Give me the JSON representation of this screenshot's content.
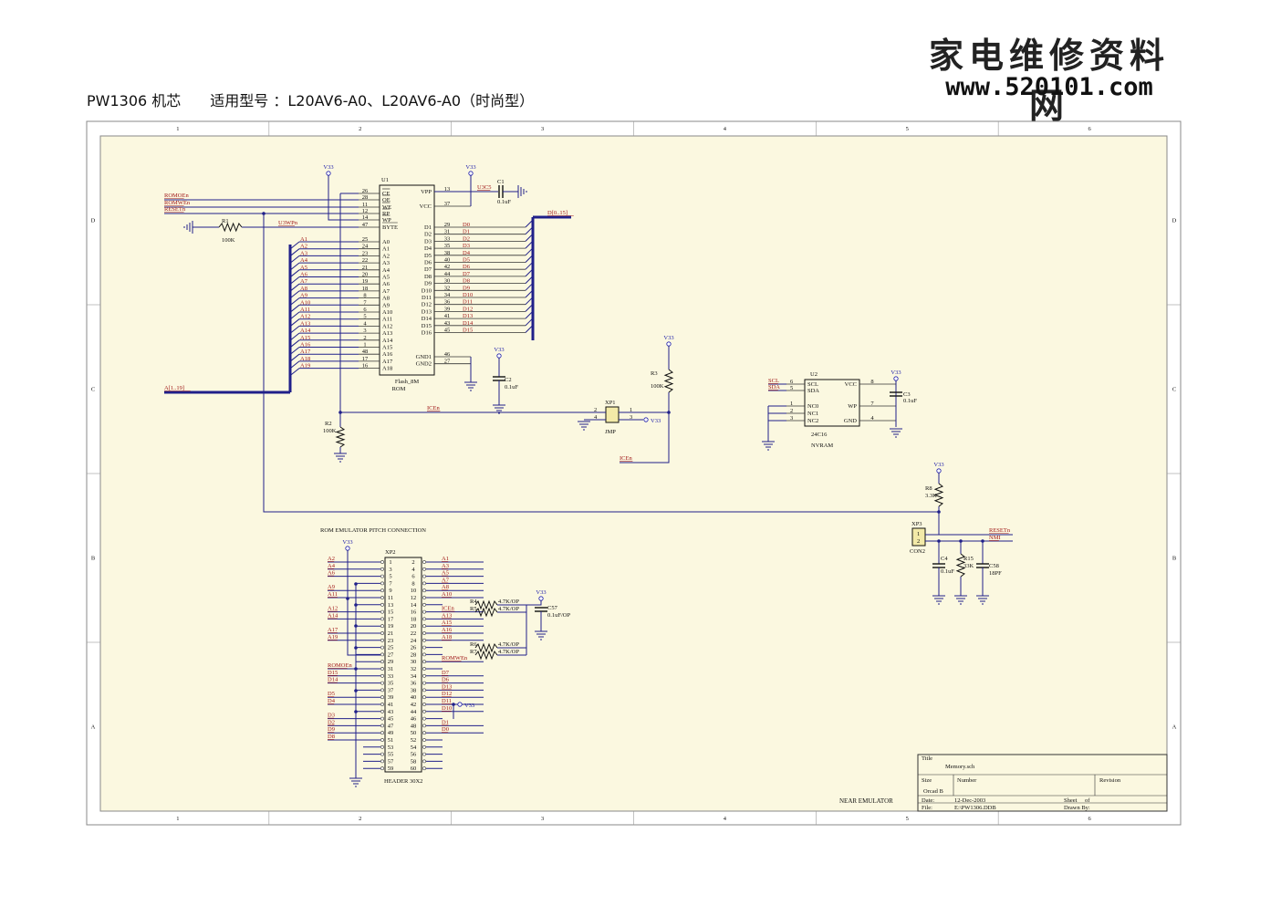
{
  "header": {
    "title": "PW1306 机芯　　适用型号 ：L20AV6-A0、L20AV6-A0（时尚型）",
    "logo_cn": "家电维修资料网",
    "logo_url": "www.520101.com"
  },
  "frame": {
    "columns": [
      "1",
      "2",
      "3",
      "4",
      "5",
      "6"
    ],
    "rows": [
      "D",
      "C",
      "B",
      "A"
    ]
  },
  "u1": {
    "ref": "U1",
    "part": "Flash_8M",
    "name": "ROM",
    "ctrl_pins": [
      {
        "num": "26",
        "name": "CE",
        "net": ""
      },
      {
        "num": "28",
        "name": "OE",
        "net": "ROMOEn"
      },
      {
        "num": "11",
        "name": "WE",
        "net": "ROMWEn"
      },
      {
        "num": "12",
        "name": "RP",
        "net": "RESETn"
      },
      {
        "num": "14",
        "name": "WP",
        "net": ""
      },
      {
        "num": "47",
        "name": "BYTE",
        "net": "U3WPn"
      }
    ],
    "addr_pins": [
      {
        "num": "25",
        "name": "A0",
        "net": "A1"
      },
      {
        "num": "24",
        "name": "A1",
        "net": "A2"
      },
      {
        "num": "23",
        "name": "A2",
        "net": "A3"
      },
      {
        "num": "22",
        "name": "A3",
        "net": "A4"
      },
      {
        "num": "21",
        "name": "A4",
        "net": "A5"
      },
      {
        "num": "20",
        "name": "A5",
        "net": "A6"
      },
      {
        "num": "19",
        "name": "A6",
        "net": "A7"
      },
      {
        "num": "18",
        "name": "A7",
        "net": "A8"
      },
      {
        "num": "8",
        "name": "A8",
        "net": "A9"
      },
      {
        "num": "7",
        "name": "A9",
        "net": "A10"
      },
      {
        "num": "6",
        "name": "A10",
        "net": "A11"
      },
      {
        "num": "5",
        "name": "A11",
        "net": "A12"
      },
      {
        "num": "4",
        "name": "A12",
        "net": "A13"
      },
      {
        "num": "3",
        "name": "A13",
        "net": "A14"
      },
      {
        "num": "2",
        "name": "A14",
        "net": "A15"
      },
      {
        "num": "1",
        "name": "A15",
        "net": "A16"
      },
      {
        "num": "48",
        "name": "A16",
        "net": "A17"
      },
      {
        "num": "17",
        "name": "A17",
        "net": "A18"
      },
      {
        "num": "16",
        "name": "A18",
        "net": "A19"
      }
    ],
    "power_pins": [
      {
        "num": "13",
        "name": "VPP"
      },
      {
        "num": "37",
        "name": "VCC"
      }
    ],
    "data_pins": [
      {
        "num": "29",
        "name": "D1",
        "net": "D0"
      },
      {
        "num": "31",
        "name": "D2",
        "net": "D1"
      },
      {
        "num": "33",
        "name": "D3",
        "net": "D2"
      },
      {
        "num": "35",
        "name": "D4",
        "net": "D3"
      },
      {
        "num": "38",
        "name": "D5",
        "net": "D4"
      },
      {
        "num": "40",
        "name": "D6",
        "net": "D5"
      },
      {
        "num": "42",
        "name": "D7",
        "net": "D6"
      },
      {
        "num": "44",
        "name": "D8",
        "net": "D7"
      },
      {
        "num": "30",
        "name": "D9",
        "net": "D8"
      },
      {
        "num": "32",
        "name": "D10",
        "net": "D9"
      },
      {
        "num": "34",
        "name": "D11",
        "net": "D10"
      },
      {
        "num": "36",
        "name": "D12",
        "net": "D11"
      },
      {
        "num": "39",
        "name": "D13",
        "net": "D12"
      },
      {
        "num": "41",
        "name": "D14",
        "net": "D13"
      },
      {
        "num": "43",
        "name": "D15",
        "net": "D14"
      },
      {
        "num": "45",
        "name": "D16",
        "net": "D15"
      }
    ],
    "gnd_pins": [
      {
        "num": "46",
        "name": "GND1"
      },
      {
        "num": "27",
        "name": "GND2"
      }
    ]
  },
  "buses": {
    "data": "D[0..15]",
    "addr": "A[1..19]"
  },
  "nets": {
    "u3c5": "U3C5",
    "icen": "ICEn",
    "v33": "V33",
    "resetn": "RESETn",
    "nmi": "NMI"
  },
  "parts": {
    "c1": {
      "ref": "C1",
      "value": "0.1uF"
    },
    "c2": {
      "ref": "C2",
      "value": "0.1uF"
    },
    "c3": {
      "ref": "C3",
      "value": "0.1uF"
    },
    "c4": {
      "ref": "C4",
      "value": "0.1uF"
    },
    "c58": {
      "ref": "C58",
      "value": "18PF"
    },
    "c57": {
      "ref": "C57",
      "value": "0.1uF/OP"
    },
    "r1": {
      "ref": "R1",
      "value": "100K"
    },
    "r2": {
      "ref": "R2",
      "value": "100K"
    },
    "r3": {
      "ref": "R3",
      "value": "100K"
    },
    "r8": {
      "ref": "R8",
      "value": "3.3K"
    },
    "r15": {
      "ref": "R15",
      "value": "33K"
    },
    "r4": {
      "ref": "R4",
      "value": "4.7K/OP"
    },
    "r5": {
      "ref": "R5",
      "value": "4.7K/OP"
    },
    "r6": {
      "ref": "R6",
      "value": "4.7K/OP"
    },
    "r7": {
      "ref": "R7",
      "value": "4.7K/OP"
    },
    "xp1": {
      "ref": "XP1",
      "name": "JMP",
      "pins": [
        "2",
        "4",
        "1",
        "3"
      ]
    },
    "xp3": {
      "ref": "XP3",
      "name": "CON2",
      "pins": [
        "1",
        "2"
      ]
    }
  },
  "u2": {
    "ref": "U2",
    "part": "24C16",
    "name": "NVRAM",
    "left_pins": [
      {
        "num": "6",
        "name": "SCL",
        "net": "SCL"
      },
      {
        "num": "5",
        "name": "SDA",
        "net": "SDA"
      },
      {
        "num": "1",
        "name": "NC0",
        "net": ""
      },
      {
        "num": "2",
        "name": "NC1",
        "net": ""
      },
      {
        "num": "3",
        "name": "NC2",
        "net": ""
      }
    ],
    "right_pins": [
      {
        "num": "8",
        "name": "VCC"
      },
      {
        "num": "7",
        "name": "WP"
      },
      {
        "num": "4",
        "name": "GND"
      }
    ]
  },
  "xp2": {
    "ref": "XP2",
    "name": "HEADER 30X2",
    "caption": "ROM EMULATOR PITCH CONNECTION",
    "left_nets": [
      "A2",
      "A4",
      "A6",
      "",
      "A9",
      "A11",
      "",
      "A12",
      "A14",
      "",
      "A17",
      "A19",
      "",
      "",
      "",
      "ROMOEn",
      "D15",
      "D14",
      "",
      "D5",
      "D4",
      "",
      "D3",
      "D2",
      "D9",
      "D8",
      "",
      "",
      "",
      ""
    ],
    "right_nets": [
      "A1",
      "A3",
      "A5",
      "A7",
      "A8",
      "A10",
      "",
      "ICEn",
      "A13",
      "A15",
      "A16",
      "A18",
      "",
      "",
      "ROMWEn",
      "",
      "D7",
      "D6",
      "D13",
      "D12",
      "D11",
      "D10",
      "",
      "D1",
      "D0",
      "",
      "",
      "",
      "",
      ""
    ]
  },
  "title_block": {
    "title_label": "Title",
    "title": "Memory.sch",
    "size_label": "Size",
    "size": "Orcad B",
    "number_label": "Number",
    "revision_label": "Revision",
    "date_label": "Date:",
    "date": "12-Dec-2003",
    "sheet_label": "Sheet",
    "of_label": "of",
    "file_label": "File:",
    "file": "E:\\PW1306.DDB",
    "drawn_label": "Drawn By:",
    "near": "NEAR EMULATOR"
  }
}
